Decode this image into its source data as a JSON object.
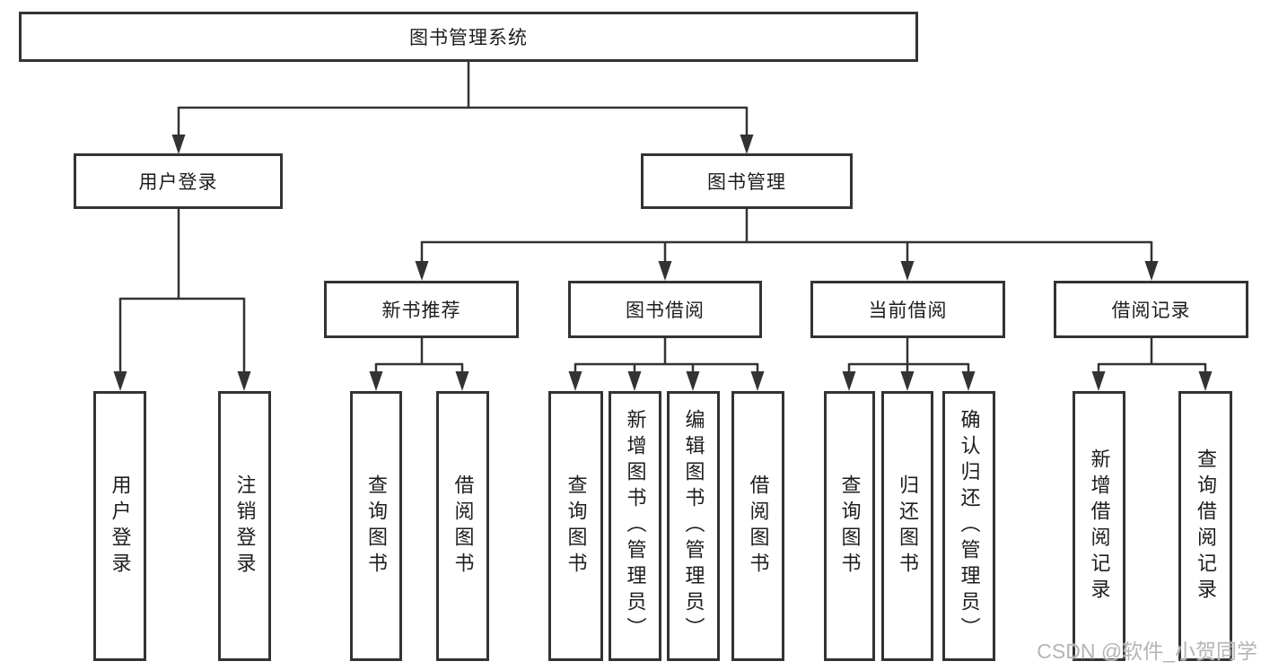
{
  "diagram": {
    "root": "图书管理系统",
    "level2": {
      "user_login": "用户登录",
      "book_management": "图书管理"
    },
    "level3": {
      "new_book_recommend": "新书推荐",
      "book_borrow": "图书借阅",
      "current_borrow": "当前借阅",
      "borrow_records": "借阅记录"
    },
    "leaves": {
      "user_login": "用户登录",
      "logout": "注销登录",
      "nb_query_books": "查询图书",
      "nb_borrow_books": "借阅图书",
      "bb_query_books": "查询图书",
      "bb_add_books_admin": "新增图书（管理员）",
      "bb_edit_books_admin": "编辑图书（管理员）",
      "bb_borrow_books": "借阅图书",
      "cb_query_books": "查询图书",
      "cb_return_books": "归还图书",
      "cb_confirm_return_admin": "确认归还（管理员）",
      "br_add_record": "新增借阅记录",
      "br_query_record": "查询借阅记录"
    },
    "watermark": "CSDN @软件_小贺同学"
  }
}
